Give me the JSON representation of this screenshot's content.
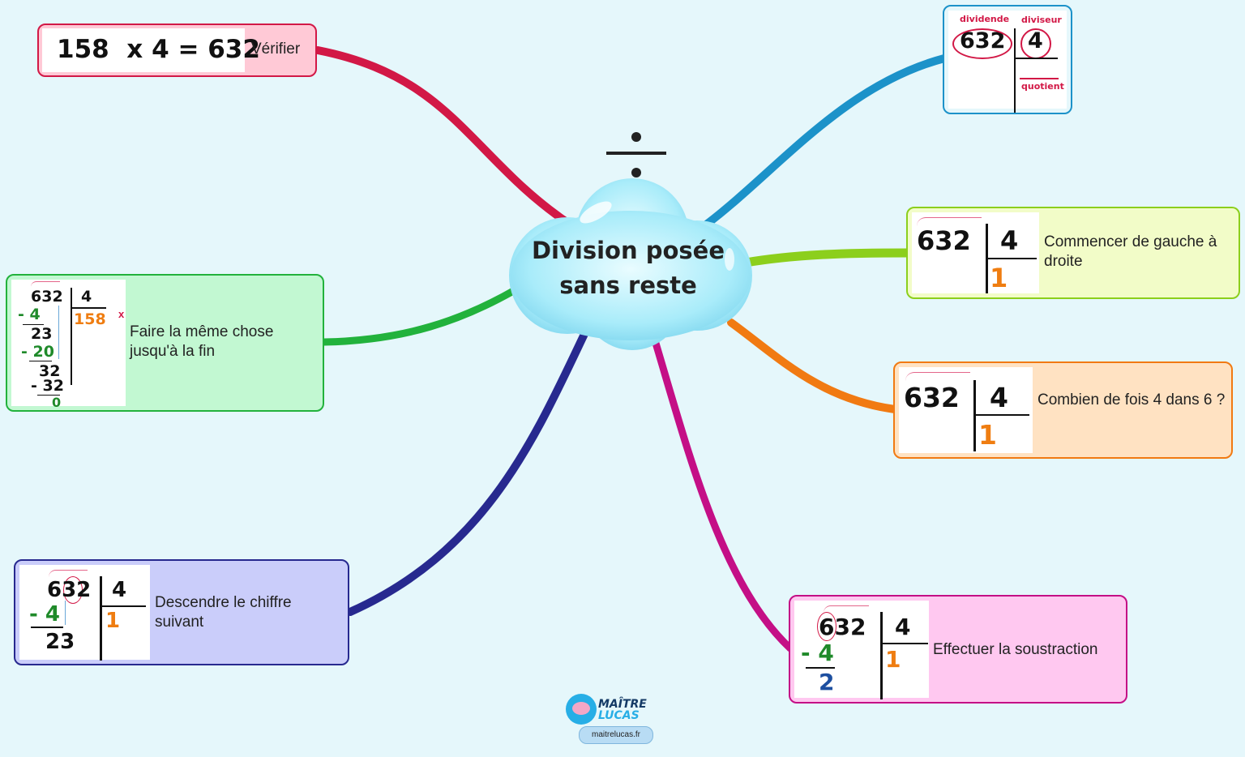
{
  "center": {
    "line1": "Division posée",
    "line2": "sans reste",
    "symbol": "÷"
  },
  "verify": {
    "equation": "158  x 4 = 632",
    "label": "Vérifier",
    "color": "#d21846",
    "fill": "#ffc9d6"
  },
  "terms": {
    "dividend_label": "dividende",
    "divisor_label": "diviseur",
    "quotient_label": "quotient",
    "dividend": "632",
    "divisor": "4",
    "color": "#1c92c9"
  },
  "step_start": {
    "dividend": "632",
    "divisor": "4",
    "quotient": "1",
    "label": "Commencer de gauche à droite",
    "color": "#8ccf1c",
    "fill": "#f2fcc8"
  },
  "step_how_many": {
    "dividend": "632",
    "divisor": "4",
    "quotient": "1",
    "label": "Combien de fois 4 dans 6 ?",
    "color": "#f17a12",
    "fill": "#ffe2c2"
  },
  "step_subtract": {
    "dividend": "632",
    "minus": "- 4",
    "result": "2",
    "divisor": "4",
    "quotient": "1",
    "label": "Effectuer la soustraction",
    "color": "#c40f86",
    "fill": "#ffc8f0"
  },
  "step_bring_down": {
    "dividend": "632",
    "minus": "- 4",
    "result": "23",
    "divisor": "4",
    "quotient": "1",
    "label": "Descendre le chiffre suivant",
    "color": "#27298f",
    "fill": "#cacdfa"
  },
  "step_repeat": {
    "dividend": "632",
    "minus1": "- 4",
    "rest1": "23",
    "minus2": "- 20",
    "rest2": "32",
    "minus3": "- 32",
    "rest3": "0",
    "divisor": "4",
    "quotient": "158",
    "mark": "x",
    "label": "Faire la même chose jusqu'à la fin",
    "color": "#22b23c",
    "fill": "#c2f8d2"
  },
  "logo": {
    "name_line1": "MAÎTRE",
    "name_line2": "LUCAS",
    "url": "maitrelucas.fr"
  }
}
